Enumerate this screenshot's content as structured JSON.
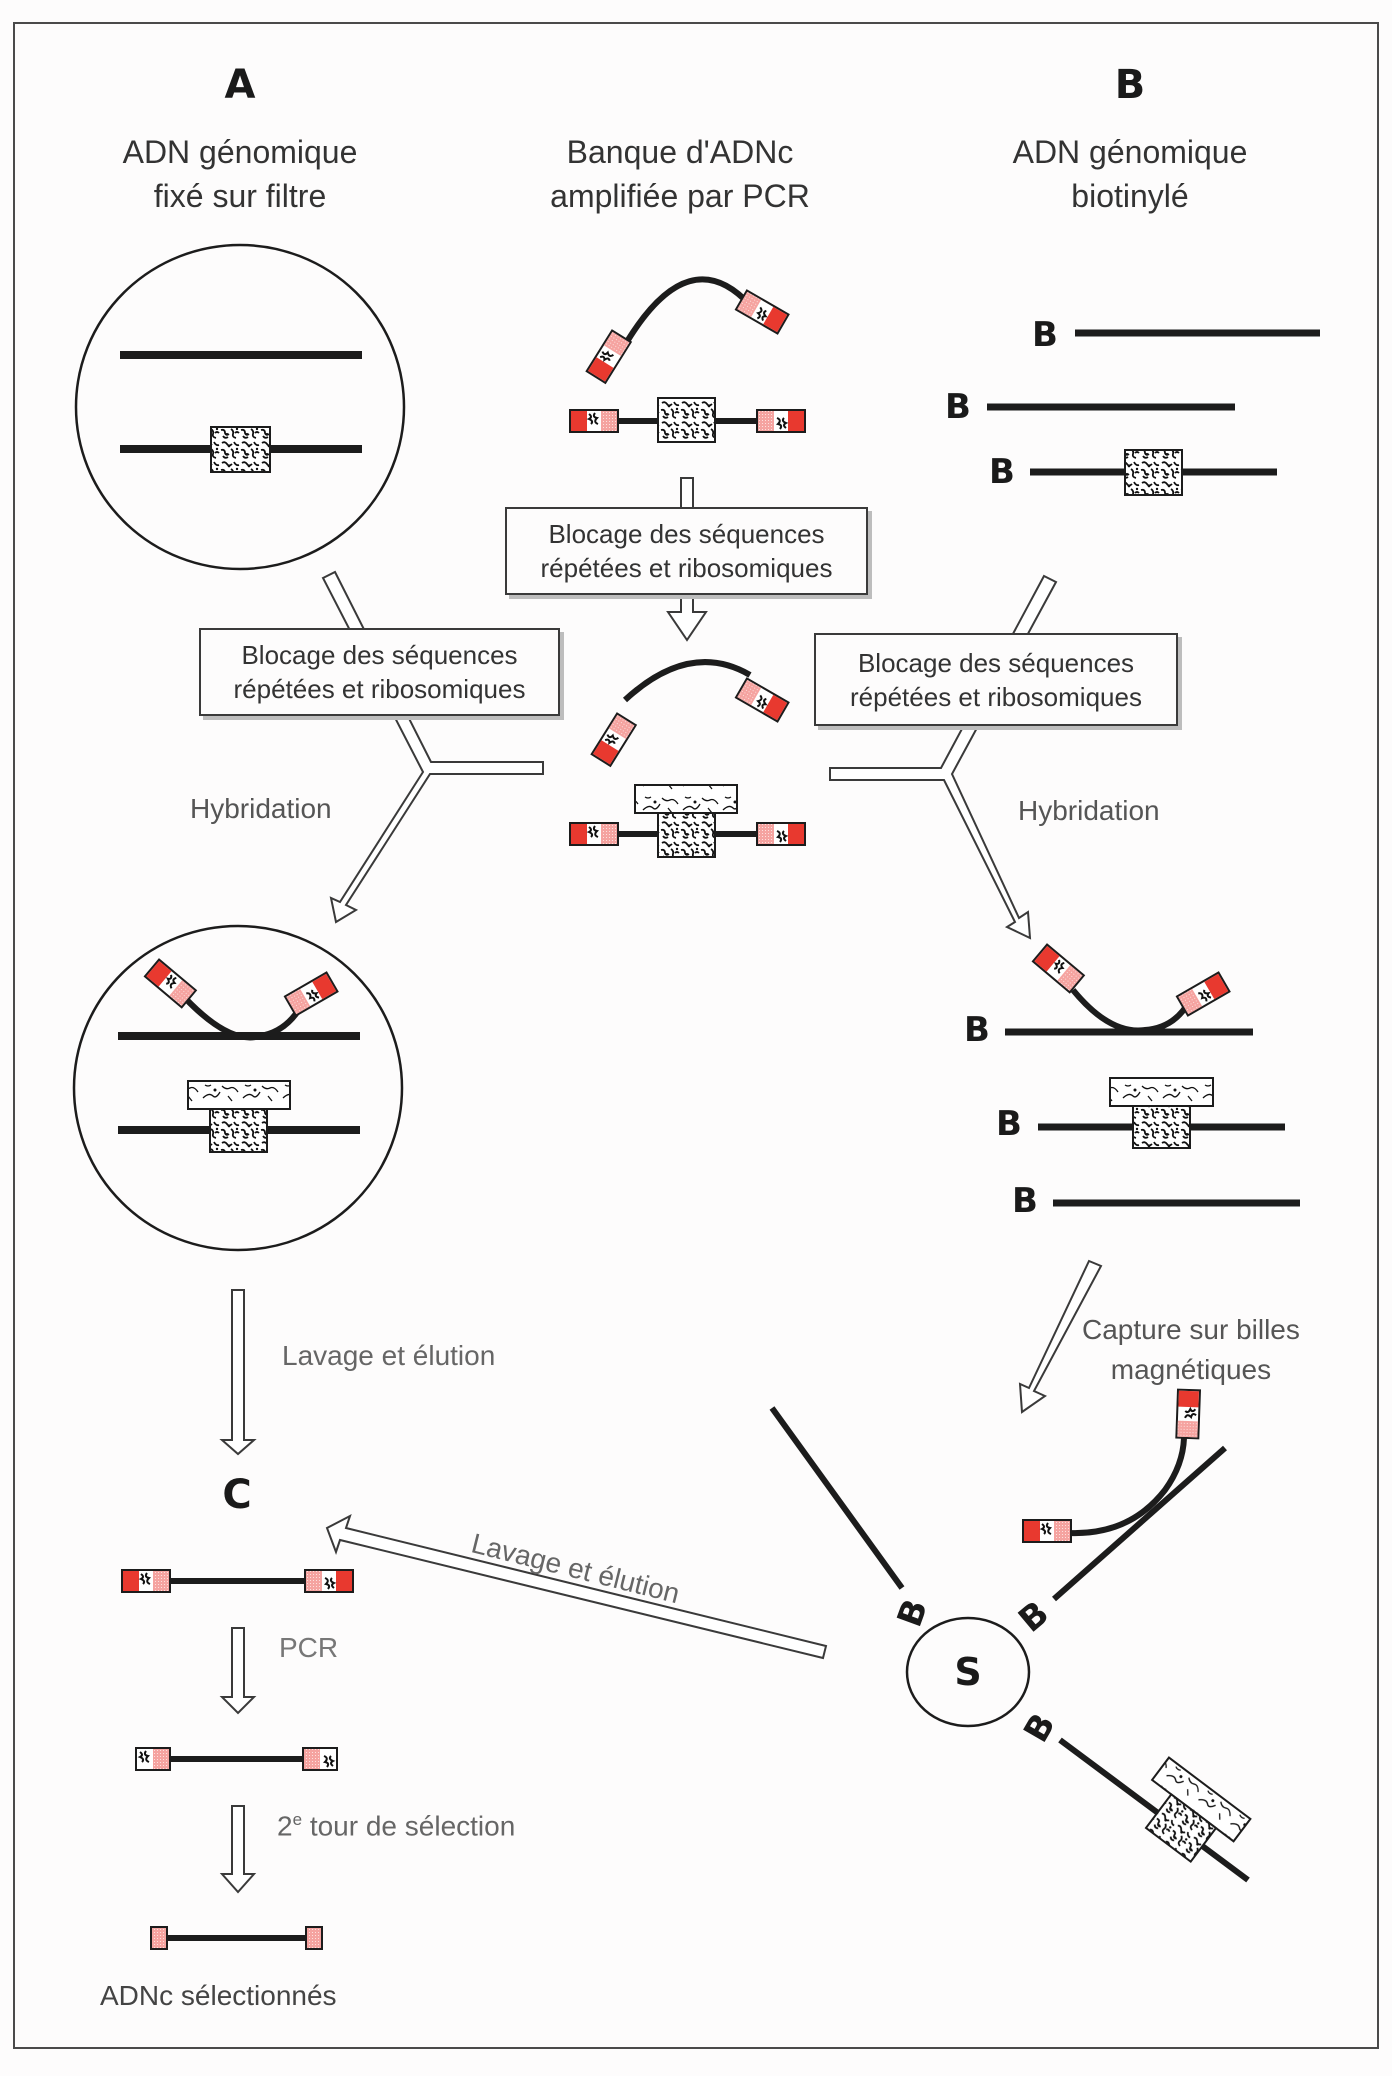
{
  "figure": {
    "sections": {
      "A": "A",
      "B": "B",
      "C": "C"
    },
    "headings": {
      "left": [
        "ADN génomique",
        "fixé sur filtre"
      ],
      "center": [
        "Banque d'ADNc",
        "amplifiée par PCR"
      ],
      "right": [
        "ADN génomique",
        "biotinylé"
      ]
    },
    "blocking_box": [
      "Blocage des séquences",
      "répétées et ribosomiques"
    ],
    "steps": {
      "hybridation_left": "Hybridation",
      "hybridation_right": "Hybridation",
      "lavage_left": "Lavage et élution",
      "lavage_diag": "Lavage et élution",
      "capture": [
        "Capture sur billes",
        "magnétiques"
      ],
      "pcr": "PCR",
      "second_round_prefix": "2",
      "second_round_sup": "e",
      "second_round_text": " tour de sélection",
      "result": "ADNc sélectionnés"
    },
    "biotin_label": "B",
    "bead_label": "S",
    "colors": {
      "adapter_red": "#e8392f",
      "adapter_pink": "#f5a3a0",
      "ink": "#1c1c1c",
      "background": "#fdfcfc"
    }
  }
}
